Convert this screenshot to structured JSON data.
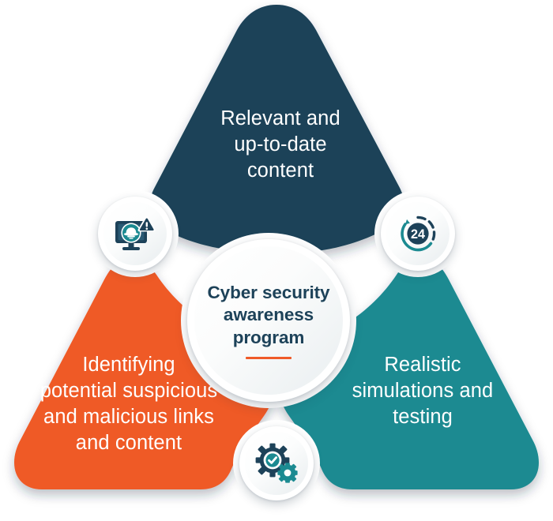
{
  "graphic": {
    "type": "triangle-infographic",
    "title": "Cyber security awareness program",
    "center": {
      "title": "Cyber security\nawareness\nprogram",
      "accent_color": "#ef5a28"
    },
    "colors": {
      "navy": "#1d4259",
      "orange": "#ef5a28",
      "teal": "#1b8a91",
      "white": "#ffffff",
      "center_text": "#1d4259"
    },
    "segments": [
      {
        "id": "top",
        "label": "Relevant and\nup-to-date\ncontent",
        "color": "#1d4259",
        "position": "top"
      },
      {
        "id": "left",
        "label": "Identifying\npotential suspicious\nand malicious links\nand content",
        "color": "#ef5a28",
        "position": "bottom-left"
      },
      {
        "id": "right",
        "label": "Realistic\nsimulations and\ntesting",
        "color": "#1b8a91",
        "position": "bottom-right"
      }
    ],
    "icons": [
      {
        "id": "left",
        "name": "monitor-spy-warning-icon",
        "description": "computer monitor with spy hat and warning triangle",
        "primary_color": "#1d4259",
        "accent_color": "#1b8a91"
      },
      {
        "id": "right",
        "name": "24-hour-clock-icon",
        "description": "24 hour circular arrow clock",
        "label": "24",
        "primary_color": "#1d4259",
        "accent_color": "#1b8a91"
      },
      {
        "id": "bottom",
        "name": "gears-checkmark-icon",
        "description": "two gears with a checkmark",
        "primary_color": "#1d4259",
        "accent_color": "#1b8a91"
      }
    ]
  }
}
